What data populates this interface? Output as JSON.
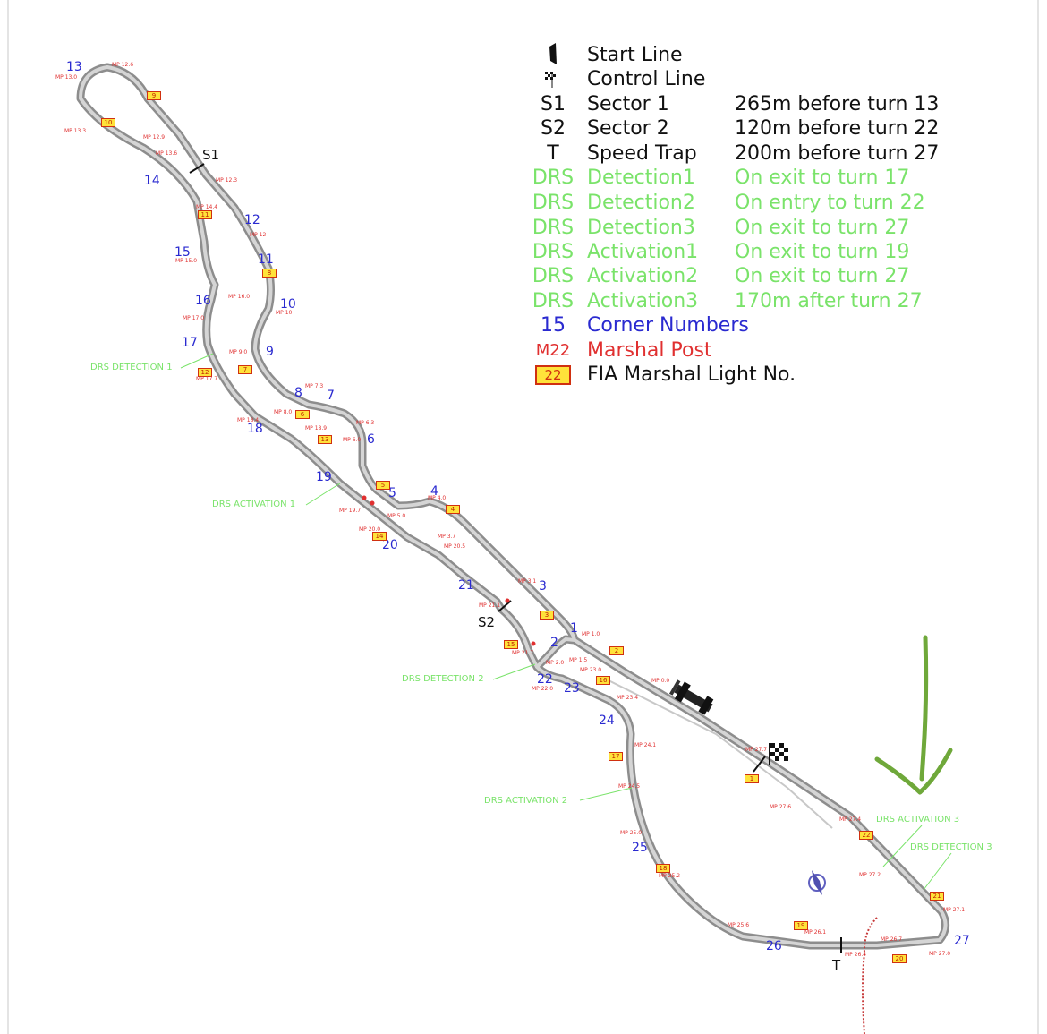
{
  "legend": {
    "start": {
      "name": "Start Line"
    },
    "control": {
      "name": "Control Line"
    },
    "s1": {
      "symbol": "S1",
      "name": "Sector 1",
      "desc": "265m before turn 13"
    },
    "s2": {
      "symbol": "S2",
      "name": "Sector 2",
      "desc": "120m before turn 22"
    },
    "t": {
      "symbol": "T",
      "name": "Speed Trap",
      "desc": "200m before turn 27"
    },
    "det1": {
      "symbol": "DRS",
      "name": "Detection1",
      "desc": "On exit to turn 17"
    },
    "det2": {
      "symbol": "DRS",
      "name": "Detection2",
      "desc": "On entry to turn 22"
    },
    "det3": {
      "symbol": "DRS",
      "name": "Detection3",
      "desc": "On exit to turn 27"
    },
    "act1": {
      "symbol": "DRS",
      "name": "Activation1",
      "desc": "On exit to turn 19"
    },
    "act2": {
      "symbol": "DRS",
      "name": "Activation2",
      "desc": "On exit to turn 27"
    },
    "act3": {
      "symbol": "DRS",
      "name": "Activation3",
      "desc": "170m after turn 27"
    },
    "corners": {
      "symbol": "15",
      "name": "Corner Numbers"
    },
    "marshal": {
      "symbol": "M22",
      "name": "Marshal Post"
    },
    "lights": {
      "symbol": "22",
      "name": "FIA Marshal Light No."
    }
  },
  "map": {
    "corners": [
      "1",
      "2",
      "3",
      "4",
      "5",
      "6",
      "7",
      "8",
      "9",
      "10",
      "11",
      "12",
      "13",
      "14",
      "15",
      "16",
      "17",
      "18",
      "19",
      "20",
      "21",
      "22",
      "23",
      "24",
      "25",
      "26",
      "27"
    ],
    "sector_labels": [
      "S1",
      "S2",
      "T"
    ],
    "drs_callouts": [
      "DRS DETECTION 1",
      "DRS ACTIVATION 1",
      "DRS DETECTION 2",
      "DRS ACTIVATION 2",
      "DRS ACTIVATION 3",
      "DRS DETECTION 3"
    ],
    "light_numbers": [
      "1",
      "2",
      "3",
      "4",
      "5",
      "6",
      "7",
      "8",
      "9",
      "10",
      "11",
      "12",
      "13",
      "14",
      "15",
      "16",
      "17",
      "18",
      "19",
      "20",
      "21",
      "22"
    ],
    "marshal_posts": [
      "MP 12.6",
      "MP 13.0",
      "MP 13.3",
      "MP 12.9",
      "MP 13.6",
      "MP 12.3",
      "MP 14.4",
      "MP 12",
      "MP 15.0",
      "MP 16.0",
      "MP 10",
      "MP 17.0",
      "MP 9.0",
      "MP 17.7",
      "MP 7.3",
      "MP 8.0",
      "MP 18.4",
      "MP 18.9",
      "MP 6.3",
      "MP 6.0",
      "MP 19.7",
      "MP 5.0",
      "MP 4.0",
      "MP 20.0",
      "MP 3.7",
      "MP 20.5",
      "MP 3.1",
      "MP 21.1",
      "MP 21.7",
      "MP 1.0",
      "MP 2.0",
      "MP 1.5",
      "MP 23.0",
      "MP 22.0",
      "MP 0.0",
      "MP 23.4",
      "MP 24.1",
      "MP 27.7",
      "MP 24.5",
      "MP 27.6",
      "MP 25.0",
      "MP 27.4",
      "MP 27.2",
      "MP 25.2",
      "MP 27.1",
      "MP 25.6",
      "MP 26.1",
      "MP 26.7",
      "MP 26.4",
      "MP 27.0"
    ]
  },
  "colors": {
    "track": "#a9a9a9",
    "corner": "#2a2ad0",
    "drs": "#7ae36a",
    "marshal": "#e03030",
    "light_fill": "#ffe23a",
    "arrow": "#6fa83a"
  }
}
